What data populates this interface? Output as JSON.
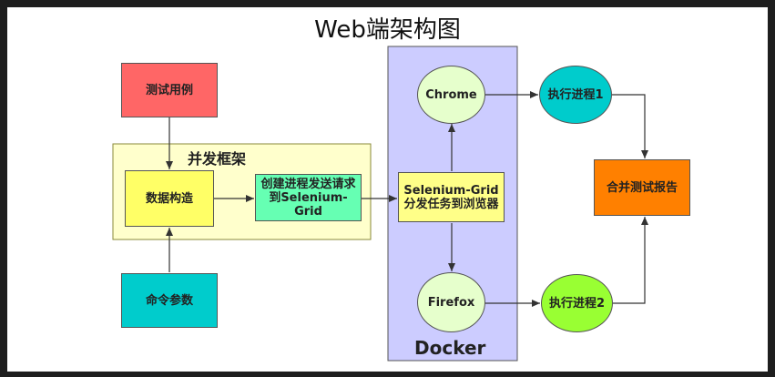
{
  "title": "Web端架构图",
  "groups": {
    "concurrency": "并发框架",
    "docker": "Docker"
  },
  "nodes": {
    "test_cases": "测试用例",
    "data_build": "数据构造",
    "cmd_params": "命令参数",
    "create_process": "创建进程发送请求到Selenium-Grid",
    "grid_dispatch": "Selenium-Grid分发任务到浏览器",
    "chrome": "Chrome",
    "firefox": "Firefox",
    "proc1": "执行进程1",
    "proc2": "执行进程2",
    "merge_report": "合并测试报告"
  },
  "colors": {
    "test_cases": "#ff6666",
    "data_build": "#ffff66",
    "cmd_params": "#00cccc",
    "create_process": "#66ffb3",
    "grid_dispatch": "#ffff88",
    "browser": "#e6ffcc",
    "proc1": "#00cccc",
    "proc2": "#99ff33",
    "merge_report": "#ff8000",
    "concurrency_bg": "#ffffcc",
    "docker_bg": "#ccccff"
  }
}
